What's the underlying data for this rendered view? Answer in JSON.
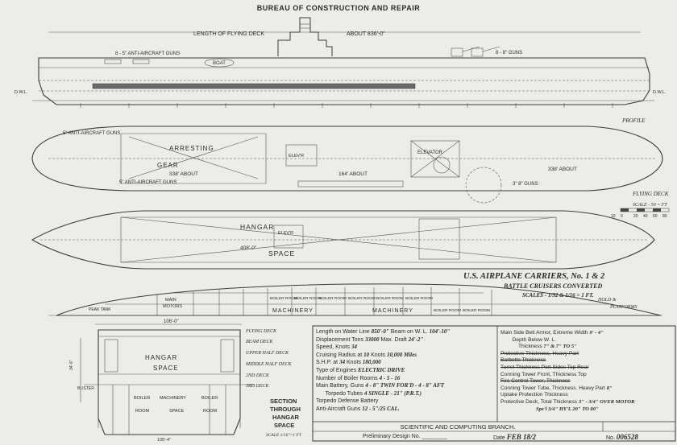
{
  "header": {
    "bureau": "BUREAU OF CONSTRUCTION AND REPAIR"
  },
  "profile": {
    "length_of_flying_deck": "LENGTH OF FLYING DECK",
    "about_length": "ABOUT 836'-0\"",
    "guns_aft": "8 - 5\" ANTI-AIRCRAFT GUNS",
    "boat": "BOAT",
    "guns_fwd": "8 - 8\" GUNS",
    "dwl_left": "D.W.L.",
    "dwl_right": "D.W.L.",
    "label": "PROFILE"
  },
  "flying_deck": {
    "guns_top": "5\" ANTI-AIRCRAFT GUNS",
    "arresting": "ARRESTING",
    "gear": "GEAR",
    "gear_length": "338' ABOUT",
    "elevator_1": "ELEV'R",
    "elevator_2": "ELEVATOR",
    "span_mid": "164' ABOUT",
    "span_right": "338' ABOUT",
    "guns_bottom": "5\" ANTI-AIRCRAFT GUNS",
    "guns_fwd": "3\" 8\" GUNS",
    "label": "FLYING DECK"
  },
  "scale": {
    "label": "SCALE - 50 = FT",
    "ticks": [
      "10",
      "0",
      "20",
      "40",
      "60",
      "80"
    ]
  },
  "hangar": {
    "hangar": "HANGAR",
    "space": "SPACE",
    "length": "408'-0\"",
    "elevator": "ELEV'R"
  },
  "title": {
    "line1": "U.S. AIRPLANE CARRIERS, No. 1 & 2",
    "line2": "BATTLE CRUISERS CONVERTED",
    "line3": "SCALES - 1/32 & 1/16 = 1 FT.",
    "hold": "HOLD &",
    "platforms": "PLATFORMS"
  },
  "hold": {
    "main": "MAIN",
    "motors": "MOTORS",
    "peak_tank": "PEAK TANK",
    "machinery_1": "MACHINERY",
    "machinery_2": "MACHINERY",
    "boiler_rooms": [
      "BOILER ROOM",
      "BOILER ROOM",
      "BOILER ROOM",
      "BOILER ROOM",
      "BOILER ROOM",
      "BOILER ROOM",
      "BOILER ROOM",
      "BOILER ROOM"
    ]
  },
  "section": {
    "beam_top": "106'-0\"",
    "flying_deck": "FLYING DECK",
    "beam_deck": "BEAM DECK",
    "upper_half_deck": "UPPER HALF DECK",
    "middle_half_deck": "MIDDLE HALF DECK",
    "second_deck": "2ND DECK",
    "third_deck": "3RD DECK",
    "hangar": "HANGAR",
    "space": "SPACE",
    "blister": "BLISTER",
    "boiler": "BOILER",
    "room": "ROOM",
    "machinery": "MACHINERY",
    "space2": "SPACE",
    "boiler2": "BOILER",
    "room2": "ROOM",
    "beam_bottom": "105'-4\"",
    "caption1": "SECTION",
    "caption2": "THROUGH",
    "caption3": "HANGAR",
    "caption4": "SPACE",
    "scale": "SCALE 1/16\"=1 FT"
  },
  "specs_left": [
    {
      "label": "Length on Water Line",
      "value": "850'-0\"",
      "label2": "Beam on W. L.",
      "value2": "104'-10\""
    },
    {
      "label": "Displacement Tons",
      "value": "33000",
      "label2": "Max. Draft",
      "value2": "24'-2\""
    },
    {
      "label": "Speed, Knots",
      "value": "34",
      "label2": "",
      "value2": ""
    },
    {
      "label": "Cruising Radius at",
      "value": "10",
      "label2": "Knots",
      "value2": "10,000 Miles"
    },
    {
      "label": "S.H.P. at",
      "value": "34",
      "label2": "Knots",
      "value2": "180,000"
    },
    {
      "label": "Type of Engines",
      "value": "ELECTRIC DRIVE",
      "label2": "",
      "value2": ""
    },
    {
      "label": "Number of Boiler Rooms",
      "value": "4 - 5 - 16",
      "label2": "",
      "value2": ""
    },
    {
      "label": "Main Battery, Guns",
      "value": "4 - 8\" TWIN FOR'D - 4 - 8\" AFT",
      "label2": "",
      "value2": ""
    },
    {
      "label": "Torpedo Tubes",
      "value": "4 SINGLE - 21\" (P.R.T.)",
      "label2": "",
      "value2": ""
    },
    {
      "label": "Torpedo Defense Battery",
      "value": "",
      "label2": "",
      "value2": ""
    },
    {
      "label": "Anti-Aircraft Guns",
      "value": "12 - 5\"/25 CAL.",
      "label2": "",
      "value2": ""
    }
  ],
  "specs_right": [
    {
      "label": "Main Side Belt Armor, Extreme Width",
      "value": "9' - 4\""
    },
    {
      "label": "Depth Below W. L.",
      "value": ""
    },
    {
      "label": "Thickness",
      "value": "7\" & 7\" TO 5\""
    },
    {
      "label": "Protective Thickness, Heavy Part",
      "value": ""
    },
    {
      "label": "Barbette Thickness",
      "value": ""
    },
    {
      "label": "Turret Thickness Port    Sides    Top    Rear",
      "value": ""
    },
    {
      "label": "Conning Tower Front, Thickness",
      "value": "Top"
    },
    {
      "label": "Fire Control Tower, Thickness",
      "value": ""
    },
    {
      "label": "Conning Tower Tube, Thickness. Heavy Part",
      "value": "8\""
    },
    {
      "label": "Uptake Protection Thickness",
      "value": ""
    },
    {
      "label": "Protective Deck, Total Thickness",
      "value": "3\" - 3/4\" OVER MOTOR"
    },
    {
      "label": "",
      "value": "Spe'l 3/4\" HY'L 20\" TO 80\""
    }
  ],
  "footer": {
    "branch": "SCIENTIFIC AND COMPUTING BRANCH.",
    "prelim": "Preliminary Design No.",
    "date_label": "Date",
    "date": "FEB 18/2",
    "no_label": "No.",
    "no": "006528"
  },
  "colors": {
    "paper": "#ecece8",
    "ink": "#2b2b2b"
  }
}
